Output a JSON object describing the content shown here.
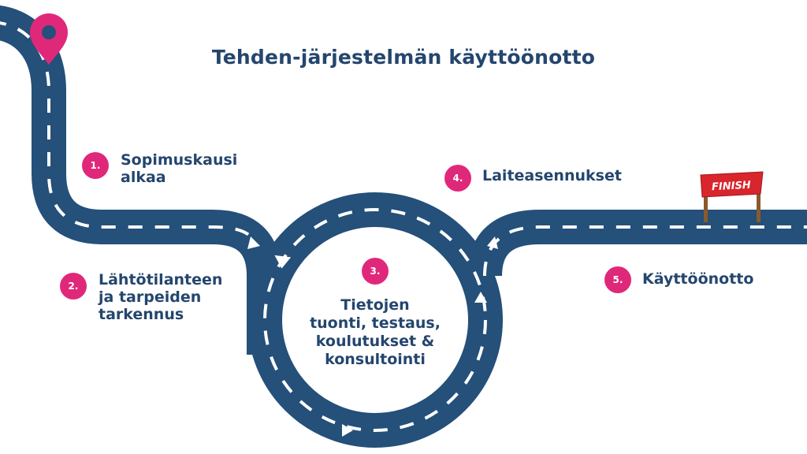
{
  "title": "Tehden-järjestelmän käyttöönotto",
  "steps": [
    {
      "number": "1.",
      "label_lines": [
        "Sopimuskausi",
        "alkaa"
      ]
    },
    {
      "number": "2.",
      "label_lines": [
        "Lähtötilanteen",
        "ja tarpeiden",
        "tarkennus"
      ]
    },
    {
      "number": "3.",
      "label_lines": [
        "Tietojen",
        "tuonti, testaus,",
        "koulutukset &",
        "konsultointi"
      ]
    },
    {
      "number": "4.",
      "label_lines": [
        "Laiteasennukset"
      ]
    },
    {
      "number": "5.",
      "label_lines": [
        "Käyttöönotto"
      ]
    }
  ],
  "finish_banner": "FINISH",
  "colors": {
    "road": "#24507a",
    "road_marking": "#ffffff",
    "accent": "#e0287a",
    "title": "#24466e",
    "banner": "#d9252c",
    "pole": "#8a5a2b"
  },
  "icons": [
    "location-pin-icon",
    "finish-banner-icon",
    "arrow-icon"
  ]
}
